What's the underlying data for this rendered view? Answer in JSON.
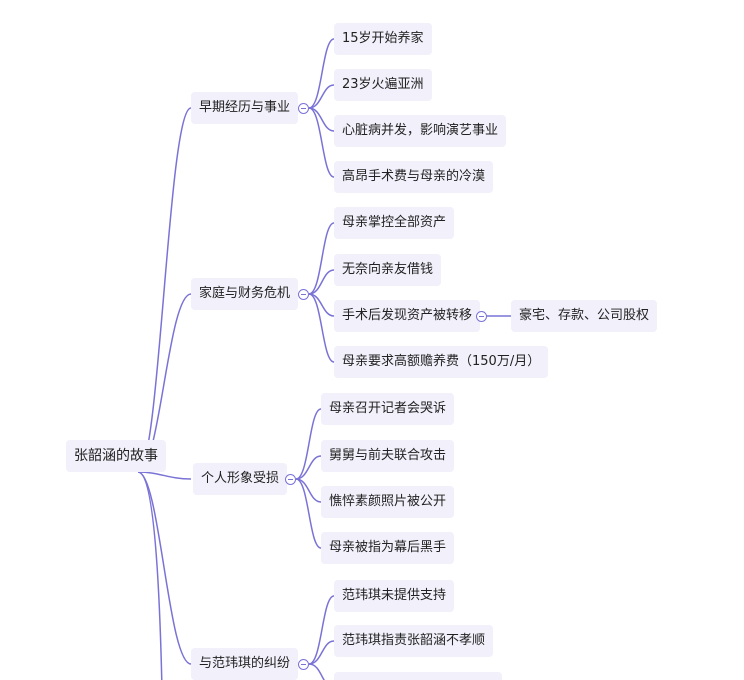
{
  "mindmap": {
    "root": "张韶涵的故事",
    "branches": [
      {
        "label": "早期经历与事业",
        "children": [
          {
            "label": "15岁开始养家"
          },
          {
            "label": "23岁火遍亚洲"
          },
          {
            "label": "心脏病并发，影响演艺事业"
          },
          {
            "label": "高昂手术费与母亲的冷漠"
          }
        ]
      },
      {
        "label": "家庭与财务危机",
        "children": [
          {
            "label": "母亲掌控全部资产"
          },
          {
            "label": "无奈向亲友借钱"
          },
          {
            "label": "手术后发现资产被转移",
            "children": [
              {
                "label": "豪宅、存款、公司股权"
              }
            ]
          },
          {
            "label": "母亲要求高额赡养费（150万/月）"
          }
        ]
      },
      {
        "label": "个人形象受损",
        "children": [
          {
            "label": "母亲召开记者会哭诉"
          },
          {
            "label": "舅舅与前夫联合攻击"
          },
          {
            "label": "憔悴素颜照片被公开"
          },
          {
            "label": "母亲被指为幕后黑手"
          }
        ]
      },
      {
        "label": "与范玮琪的纠纷",
        "children": [
          {
            "label": "范玮琪未提供支持"
          },
          {
            "label": "范玮琪指责张韶涵不孝顺"
          },
          {
            "label": ""
          }
        ]
      }
    ]
  }
}
